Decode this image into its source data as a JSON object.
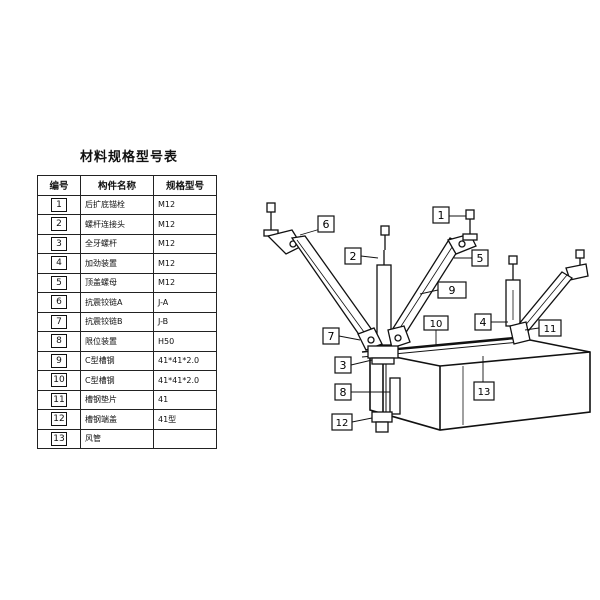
{
  "table": {
    "title": "材料规格型号表",
    "headers": [
      "编号",
      "构件名称",
      "规格型号"
    ],
    "rows": [
      {
        "no": "1",
        "name": "后扩底锚栓",
        "spec": "M12"
      },
      {
        "no": "2",
        "name": "螺杆连接头",
        "spec": "M12"
      },
      {
        "no": "3",
        "name": "全牙螺杆",
        "spec": "M12"
      },
      {
        "no": "4",
        "name": "加劲装置",
        "spec": "M12"
      },
      {
        "no": "5",
        "name": "顶盖螺母",
        "spec": "M12"
      },
      {
        "no": "6",
        "name": "抗震铰链A",
        "spec": "J-A"
      },
      {
        "no": "7",
        "name": "抗震铰链B",
        "spec": "J-B"
      },
      {
        "no": "8",
        "name": "限位装置",
        "spec": "H50"
      },
      {
        "no": "9",
        "name": "C型槽钢",
        "spec": "41*41*2.0"
      },
      {
        "no": "10",
        "name": "C型槽钢",
        "spec": "41*41*2.0"
      },
      {
        "no": "11",
        "name": "槽钢垫片",
        "spec": "41"
      },
      {
        "no": "12",
        "name": "槽钢端盖",
        "spec": "41型"
      },
      {
        "no": "13",
        "name": "风管",
        "spec": ""
      }
    ]
  },
  "callouts": {
    "c1": "1",
    "c2": "2",
    "c3": "3",
    "c4": "4",
    "c5": "5",
    "c6": "6",
    "c7": "7",
    "c8": "8",
    "c9": "9",
    "c10": "10",
    "c11": "11",
    "c12": "12",
    "c13": "13"
  }
}
